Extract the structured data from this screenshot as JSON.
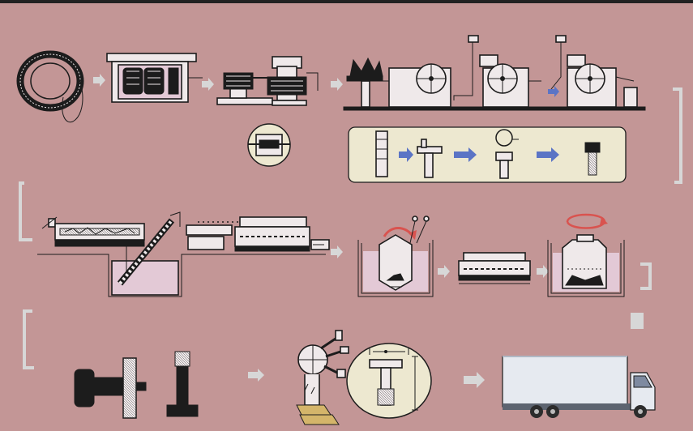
{
  "diagram": {
    "type": "process-flow",
    "rows": [
      [
        "wire-coil",
        "annealing-furnace",
        "wire-drawing",
        "cold-heading",
        "thread-rolling"
      ],
      [
        "heat-treatment-furnace",
        "quenching-conveyor",
        "tempering-furnace",
        "surface-treatment",
        "drying",
        "coating-drum"
      ],
      [
        "finished-bolt",
        "inspection-sorting",
        "dimension-gauging",
        "delivery-truck"
      ]
    ],
    "colors": {
      "background": "#c39696",
      "line": "#1c1c1c",
      "fill_light": "#efe9ea",
      "fill_pink": "#e3c9d6",
      "panel": "#ede8d0",
      "flow_arrow": "#d7d7d7",
      "step_arrow": "#5b74c5",
      "rotation_arrow": "#d9534f"
    }
  }
}
